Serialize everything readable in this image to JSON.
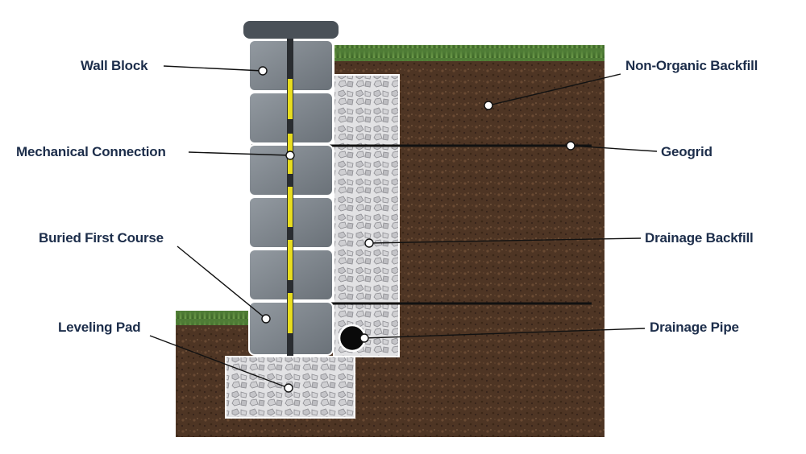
{
  "colors": {
    "label_text": "#1c2d4a",
    "soil": "#4e3524",
    "grass": "#4f7c36",
    "gravel": "#d9d9dc",
    "block": "#7f868d",
    "cap": "#4a5158",
    "connector": "#e8dd1f",
    "leader_line": "#111111",
    "geogrid": "#111111",
    "pipe": "#0a0a0a"
  },
  "labels": {
    "wall_block": "Wall Block",
    "mechanical_connection": "Mechanical Connection",
    "buried_first_course": "Buried First Course",
    "leveling_pad": "Leveling Pad",
    "non_organic_backfill": "Non-Organic Backfill",
    "geogrid": "Geogrid",
    "drainage_backfill": "Drainage Backfill",
    "drainage_pipe": "Drainage Pipe"
  }
}
